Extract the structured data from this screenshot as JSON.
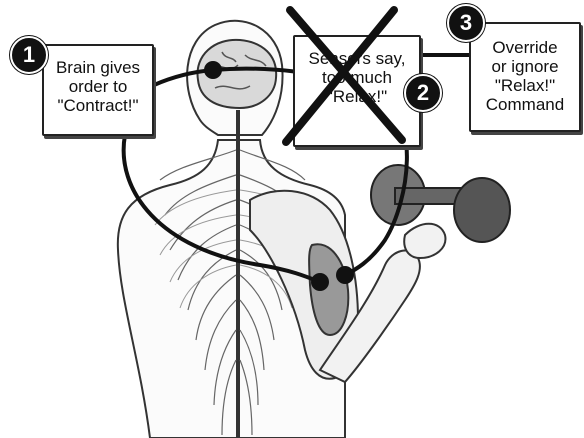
{
  "steps": [
    {
      "number": "1",
      "lines": [
        "Brain gives",
        "order to",
        "\"Contract!\""
      ]
    },
    {
      "number": "2",
      "lines": [
        "Sensors say,",
        "too much",
        "\"Relax!\""
      ]
    },
    {
      "number": "3",
      "lines": [
        "Override",
        "or ignore",
        "\"Relax!\"",
        "Command"
      ]
    }
  ],
  "colors": {
    "line": "#111111",
    "background": "#ffffff",
    "sketch": "#333333"
  },
  "icons": {
    "cross": "x-cross-icon",
    "dumbbell": "dumbbell-icon"
  }
}
